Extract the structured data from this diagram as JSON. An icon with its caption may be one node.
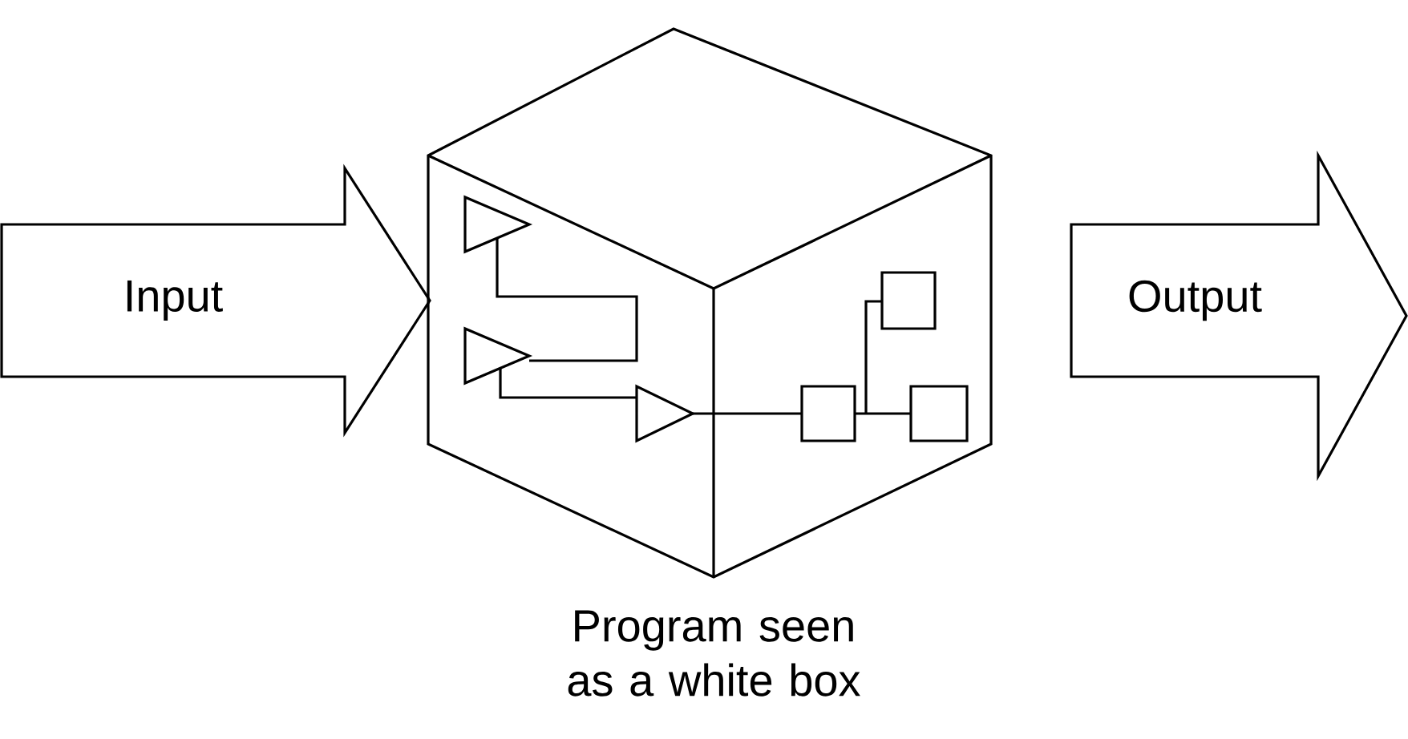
{
  "diagram": {
    "nodes": [
      {
        "text": [
          "Input"
        ]
      },
      {
        "text": [],
        "shape": "cube",
        "beside": [
          "Program seen as a white box"
        ]
      },
      {
        "text": [
          "Output"
        ]
      }
    ]
  }
}
